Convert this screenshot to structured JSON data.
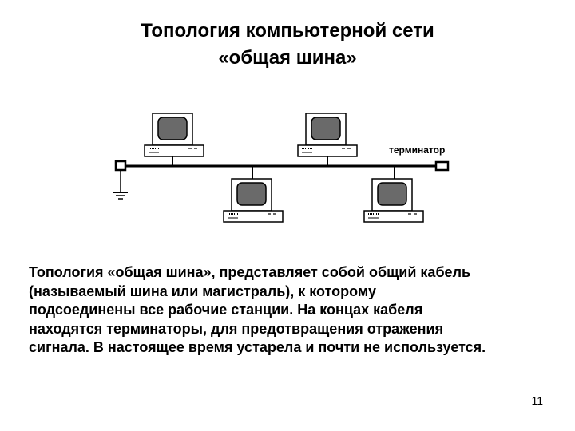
{
  "slide": {
    "title_line1": "Топология компьютерной сети",
    "title_line2": "«общая шина»",
    "terminator_label": "терминатор",
    "body_lines": [
      "Топология «общая шина», представляет собой общий кабель",
      "(называемый шина или магистраль), к которому",
      "подсоединены все рабочие станции. На концах кабеля",
      "находятся терминаторы, для предотвращения отражения",
      "сигнала. В настоящее время устарела и почти не используется."
    ],
    "page_number": "11"
  }
}
